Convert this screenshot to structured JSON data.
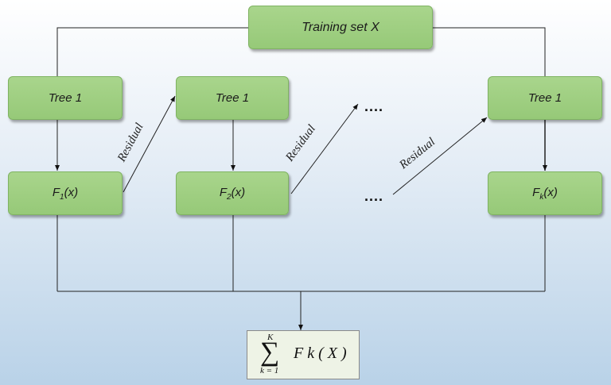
{
  "training": {
    "label": "Training set X"
  },
  "trees": [
    {
      "label": "Tree 1"
    },
    {
      "label": "Tree 1"
    },
    {
      "label": "Tree 1"
    }
  ],
  "functions": [
    {
      "base": "F",
      "sub": "1",
      "arg": "(x)"
    },
    {
      "base": "F",
      "sub": "2",
      "arg": "(x)"
    },
    {
      "base": "F",
      "sub": "k",
      "arg": "(x)"
    }
  ],
  "residual_label": "Residual",
  "ellipsis": "....",
  "sum": {
    "symbol": "∑",
    "upper": "K",
    "lower": "k = 1",
    "expr": "F k ( X )"
  }
}
